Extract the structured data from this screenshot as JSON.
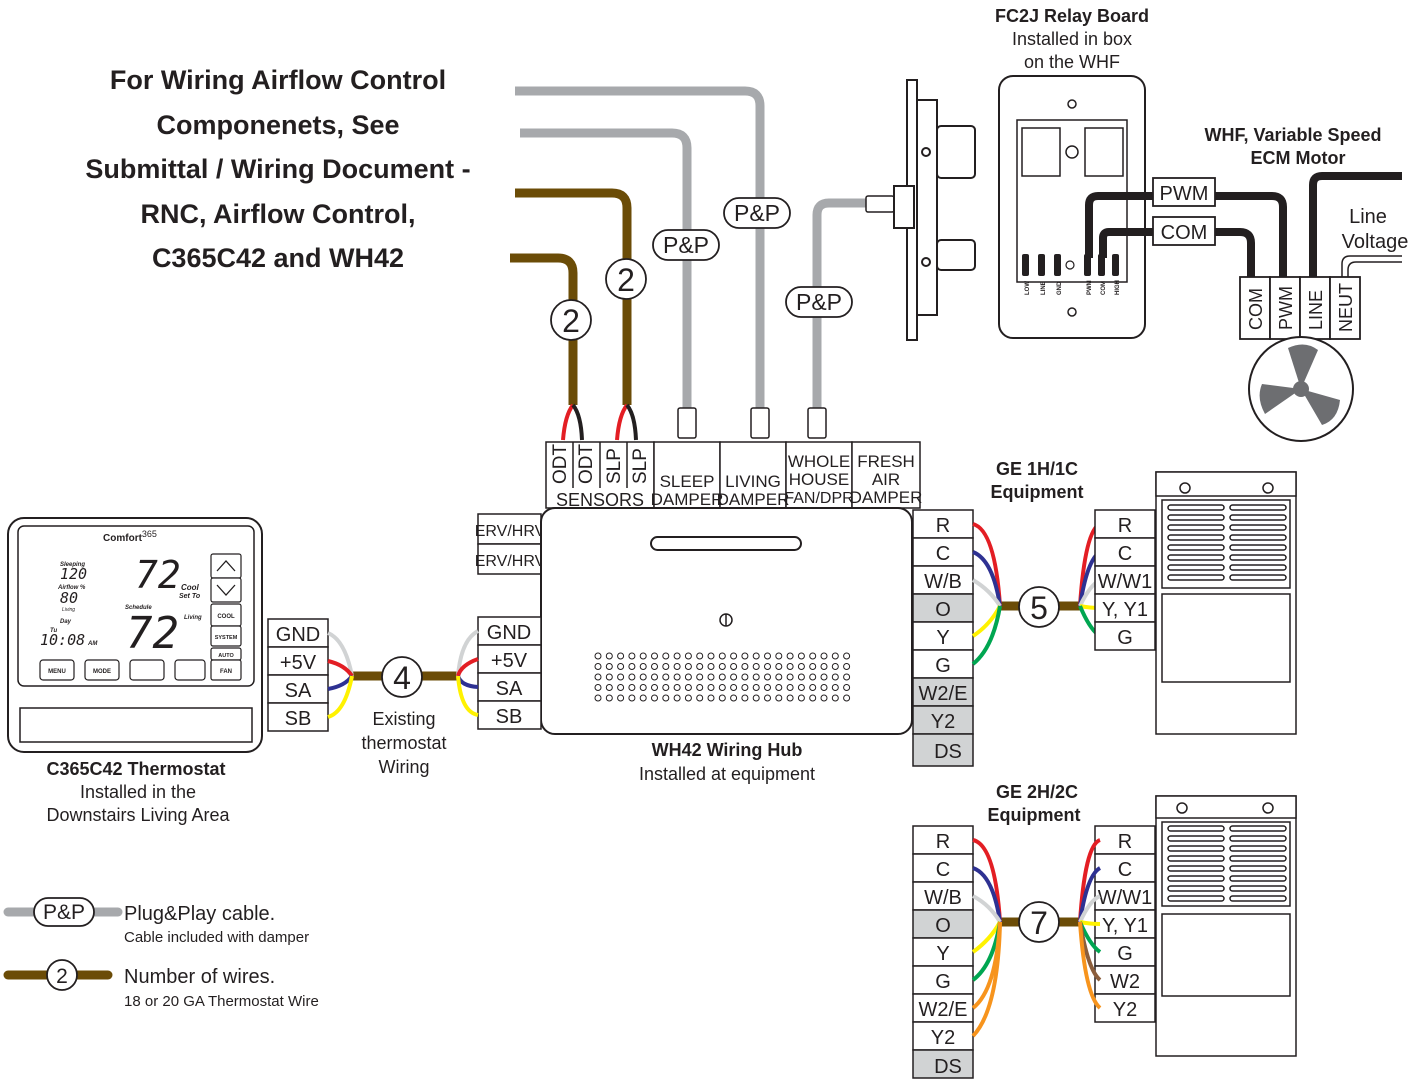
{
  "note": {
    "lines": [
      "For Wiring Airflow Control",
      "Componenets, See",
      "Submittal / Wiring Document -",
      "RNC, Airflow Control,",
      "C365C42 and WH42"
    ]
  },
  "relay_board": {
    "title": "FC2J Relay Board",
    "sub1": "Installed in box",
    "sub2": "on the WHF",
    "pins": [
      "LOW",
      "LINE",
      "GND",
      "PWM",
      "COM",
      "HIGH"
    ]
  },
  "whf": {
    "title1": "WHF, Variable Speed",
    "title2": "ECM Motor",
    "line_voltage1": "Line",
    "line_voltage2": "Voltage",
    "pwm_tag": "PWM",
    "com_tag": "COM",
    "terminals": [
      "COM",
      "PWM",
      "LINE",
      "NEUT"
    ]
  },
  "cables": {
    "pp": "P&P",
    "two": "2",
    "four": "4",
    "five": "5",
    "seven": "7"
  },
  "hub_ports": {
    "odt": "ODT",
    "slp": "SLP",
    "sensors": "SENSORS",
    "sleep": "SLEEP",
    "living": "LIVING",
    "damper": "DAMPER",
    "whole": "WHOLE",
    "house": "HOUSE",
    "fan_dpr": "FAN/DPR",
    "fresh": "FRESH",
    "air": "AIR",
    "erv": "ERV/HRV"
  },
  "hub": {
    "title": "WH42 Wiring Hub",
    "sub": "Installed at equipment",
    "left_terms": [
      "GND",
      "+5V",
      "SA",
      "SB"
    ],
    "right_terms": [
      "R",
      "C",
      "W/B",
      "O",
      "Y",
      "G",
      "W2/E",
      "Y2",
      "DS"
    ]
  },
  "thermostat": {
    "brand": "Comfort",
    "brand_sup": "365",
    "sleeping": "Sleeping",
    "sleeping_val": "120",
    "airflow": "Airflow %",
    "airflow_val": "80",
    "living": "Living",
    "day": "Day",
    "tu": "Tu",
    "time": "10:08",
    "am": "AM",
    "temp1": "72",
    "cool": "Cool",
    "set_to": "Set To",
    "schedule": "Schedule",
    "temp2": "72",
    "living2": "Living",
    "btn_cool": "COOL",
    "btn_system": "SYSTEM",
    "btn_auto": "AUTO",
    "btn_fan": "FAN",
    "btn_menu": "MENU",
    "btn_mode": "MODE",
    "terms": [
      "GND",
      "+5V",
      "SA",
      "SB"
    ],
    "title": "C365C42 Thermostat",
    "sub1": "Installed in the",
    "sub2": "Downstairs Living Area"
  },
  "existing": {
    "l1": "Existing",
    "l2": "thermostat",
    "l3": "Wiring"
  },
  "eq1": {
    "title1": "GE 1H/1C",
    "title2": "Equipment",
    "terms": [
      "R",
      "C",
      "W/W1",
      "Y, Y1",
      "G"
    ]
  },
  "eq2": {
    "title1": "GE 2H/2C",
    "title2": "Equipment",
    "terms": [
      "R",
      "C",
      "W/W1",
      "Y, Y1",
      "G",
      "W2",
      "Y2"
    ]
  },
  "legend": {
    "pp_desc": "Plug&Play cable.",
    "pp_sub": "Cable included with damper",
    "num_desc": "Number of wires.",
    "num_sub": "18 or 20 GA Thermostat Wire"
  },
  "colors": {
    "thermo_wire": "#6b4c07",
    "pp_cable": "#a7a9ac",
    "red": "#e31e24",
    "blue": "#2e3192",
    "yellow": "#fff200",
    "green": "#00a651",
    "orange": "#f7941d",
    "grey_cell": "#d1d3d4"
  }
}
